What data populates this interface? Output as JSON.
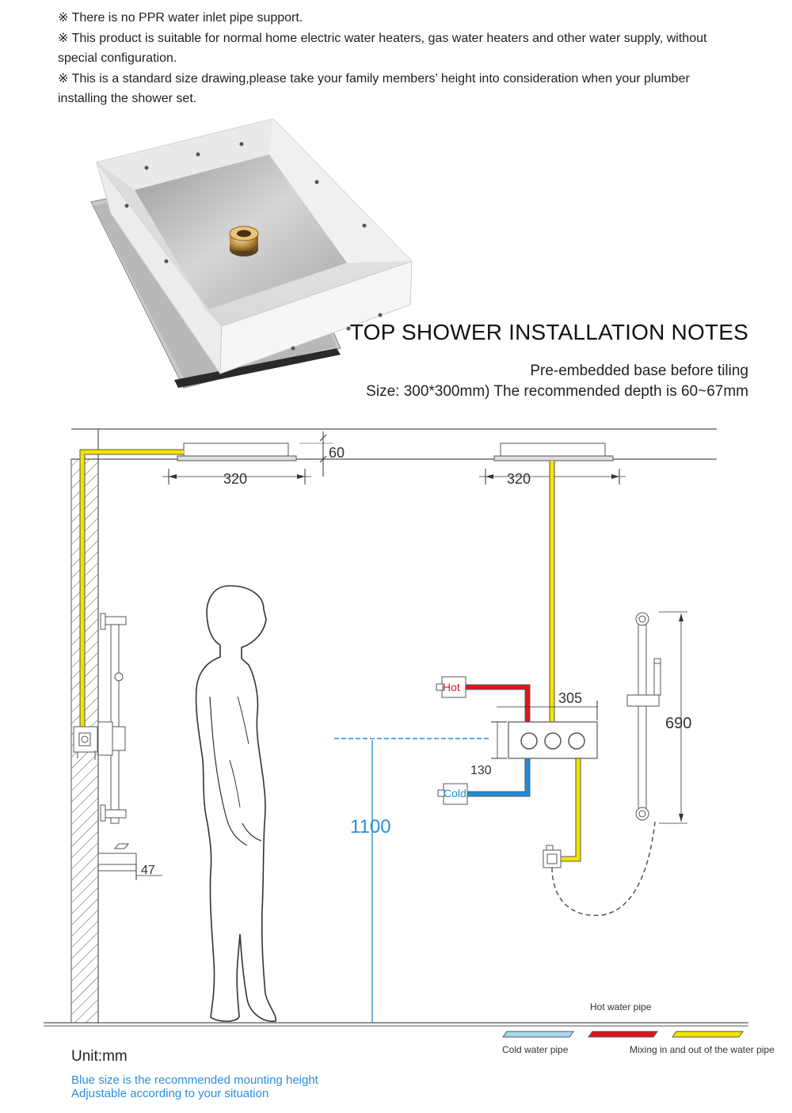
{
  "notes": [
    "※ There is no PPR water inlet pipe support.",
    "※ This product is suitable for normal home electric water heaters, gas water heaters and other water supply, without special configuration.",
    "※ This is a standard size drawing,please take your family members’ height into consideration when your plumber installing the shower set."
  ],
  "title": "TOP SHOWER INSTALLATION NOTES",
  "subtitle1": "Pre-embedded base before tiling",
  "subtitle2": "Size: 300*300mm) The recommended depth is 60~67mm",
  "dimensions": {
    "depth": "60",
    "width_left": "320",
    "width_right": "320",
    "valve_spacing": "305",
    "valve_height": "130",
    "rail_length": "690",
    "mount_height": "1100",
    "spout_depth": "47"
  },
  "labels": {
    "hot": "Hot",
    "cold": "Cold"
  },
  "legend": {
    "hot": "Hot water pipe",
    "cold": "Cold water pipe",
    "mixing": "Mixing in and out of the water pipe",
    "colors": {
      "cold": "#a8d8f0",
      "hot": "#e0141e",
      "mixing": "#f4e300"
    }
  },
  "footer": {
    "unit": "Unit:mm",
    "blue_line1": "Blue size is the recommended mounting height",
    "blue_line2": "Adjustable according to your situation"
  }
}
